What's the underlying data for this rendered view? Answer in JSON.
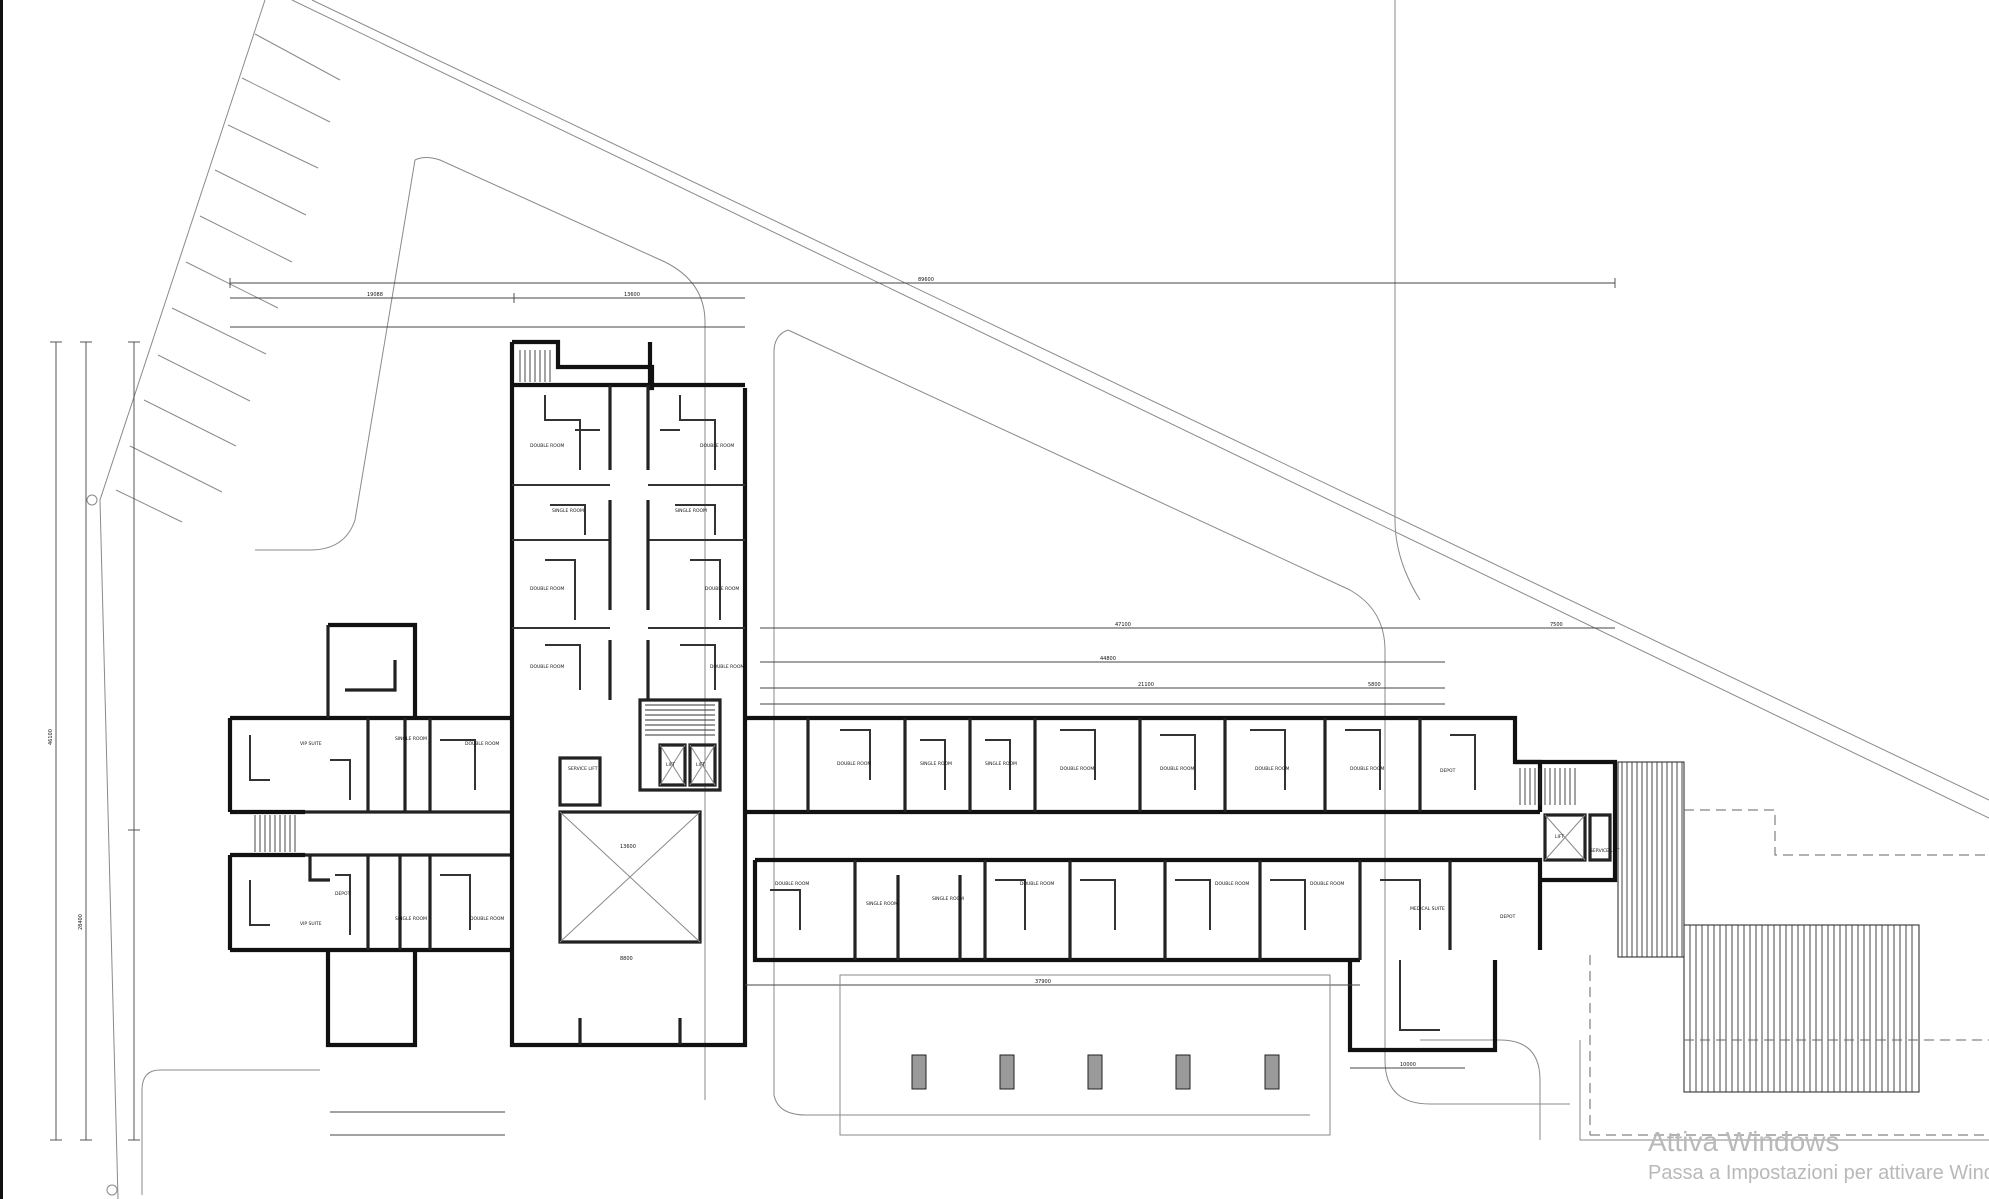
{
  "plan": {
    "overall_dimensions": {
      "top_total": "89600",
      "top_left_segment": "19088",
      "top_right_segment": "13600",
      "east_wing_total": "47100",
      "east_wing_tail": "7500",
      "corridor_span": "44800",
      "corridor_mid": "21100",
      "corridor_right": "5800",
      "left_vertical": "46100",
      "left_vertical_2": "28400",
      "central_hall": "13600",
      "central_hall_2": "8800",
      "south_span": "37900",
      "south_detail": "10000"
    },
    "rooms": {
      "double_room": "DOUBLE ROOM",
      "single_room": "SINGLE ROOM",
      "vip_suite": "VIP SUITE",
      "medical_suite": "MEDICAL SUITE",
      "lift": "LIFT",
      "service_lift": "SERVICE LIFT",
      "depot": "DEPOT"
    }
  },
  "watermark": {
    "title": "Attiva Windows",
    "subtitle": "Passa a Impostazioni per attivare Windows."
  }
}
